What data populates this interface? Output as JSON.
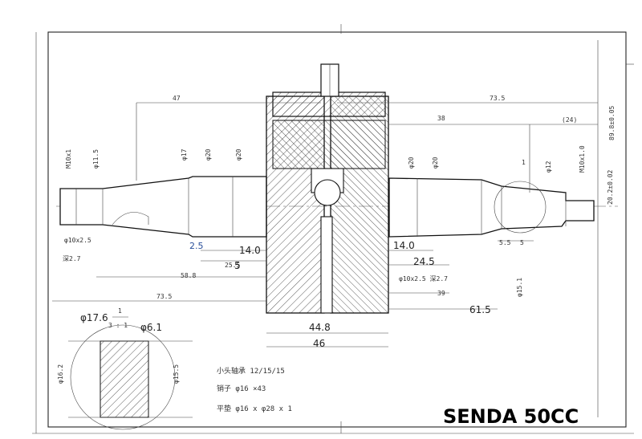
{
  "drawing": {
    "brand": "SENDA 50CC",
    "dimensions": {
      "d_47": "47",
      "d_73_5_top": "73.5",
      "d_38": "38",
      "d_24": "(24)",
      "d_89_8": "89.8±0.05",
      "d_20_2": "20.2±0.02",
      "d_m10": "M10x1",
      "d_11_5": "φ11.5",
      "d_17": "φ17",
      "d_20_l": "φ20",
      "d_20_l2": "φ20",
      "d_20_r": "φ20",
      "d_20_r2": "φ20",
      "d_12": "φ12",
      "d_m10_r": "M10x1.0",
      "d_10x2_5_l": "φ10x2.5",
      "d_deep_l": "深2.7",
      "d_58": "58.8",
      "d_25_5_l": "25.5",
      "d_73_5_bottom": "73.5",
      "d_10x2_5_r": "φ10x2.5 深2.7",
      "d_39": "39",
      "d_15": "φ15.1",
      "d_5_5": "5.5",
      "d_5": "5",
      "d_1": "1",
      "d_16_2": "φ16.2",
      "d_15_5": "φ15.5",
      "d_44_8": "44.8",
      "d_46": "46"
    },
    "handwritten": {
      "h_14_l": "14.0",
      "h_2_5": "2.5",
      "h_5": "5",
      "h_14_r": "14.0",
      "h_24_5": "24.5",
      "h_61_5": "61.5",
      "h_17_6": "φ17.6",
      "h_6_1": "φ6.1",
      "h_44_8": "44.8",
      "h_46": "46"
    },
    "detail": {
      "label_top": "1",
      "scale": "3 : 1"
    },
    "notes": [
      "小头轴承 12/15/15",
      "销子 φ16 ×43",
      "平垫 φ16 x φ28 x 1"
    ]
  }
}
